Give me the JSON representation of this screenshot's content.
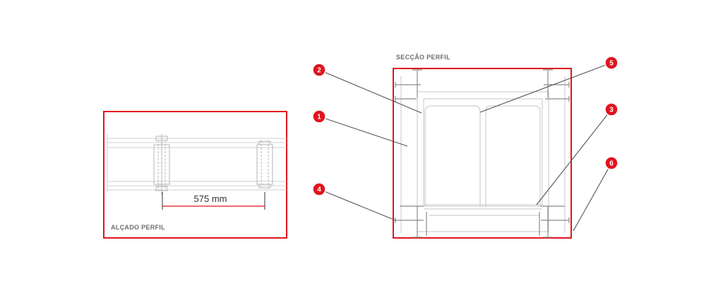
{
  "elevation": {
    "title": "ALÇADO PERFIL",
    "dimension": "575 mm"
  },
  "section": {
    "title": "SECÇÃO PERFIL"
  },
  "callouts": [
    "1",
    "2",
    "3",
    "4",
    "5",
    "6"
  ],
  "colors": {
    "frame": "#e0141e",
    "badge": "#e0141e",
    "line": "#555555",
    "drawing": "#c4c4c4"
  }
}
